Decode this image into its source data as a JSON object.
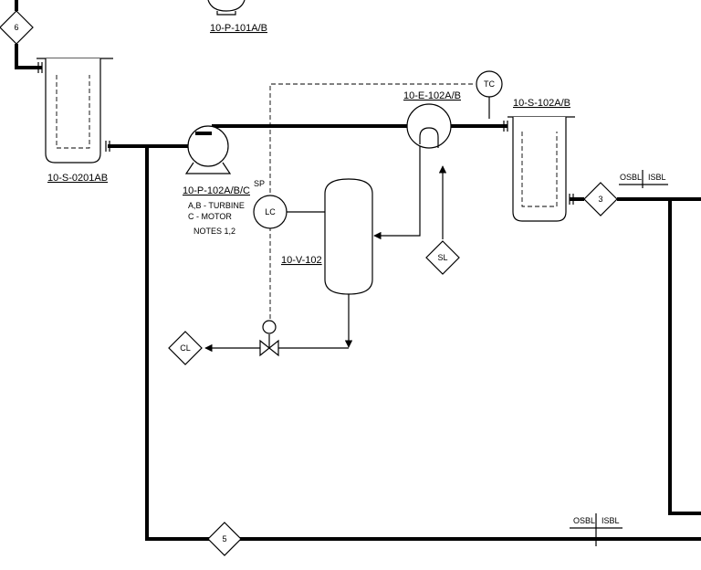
{
  "equipment": {
    "strainer_0201": "10-S-0201AB",
    "pump_101": "10-P-101A/B",
    "pump_102": "10-P-102A/B/C",
    "pump_102_note_1": "A,B - TURBINE",
    "pump_102_note_2": "C   -  MOTOR",
    "pump_102_note_3": "NOTES 1,2",
    "exchanger": "10-E-102A/B",
    "strainer_102": "10-S-102A/B",
    "vessel": "10-V-102"
  },
  "instruments": {
    "tc": "TC",
    "lc": "LC",
    "sp": "SP"
  },
  "offpage": {
    "top_left": "6",
    "right": "3",
    "bottom": "5",
    "cl": "CL",
    "sl": "SL"
  },
  "limits": {
    "osbl": "OSBL",
    "isbl": "ISBL"
  }
}
